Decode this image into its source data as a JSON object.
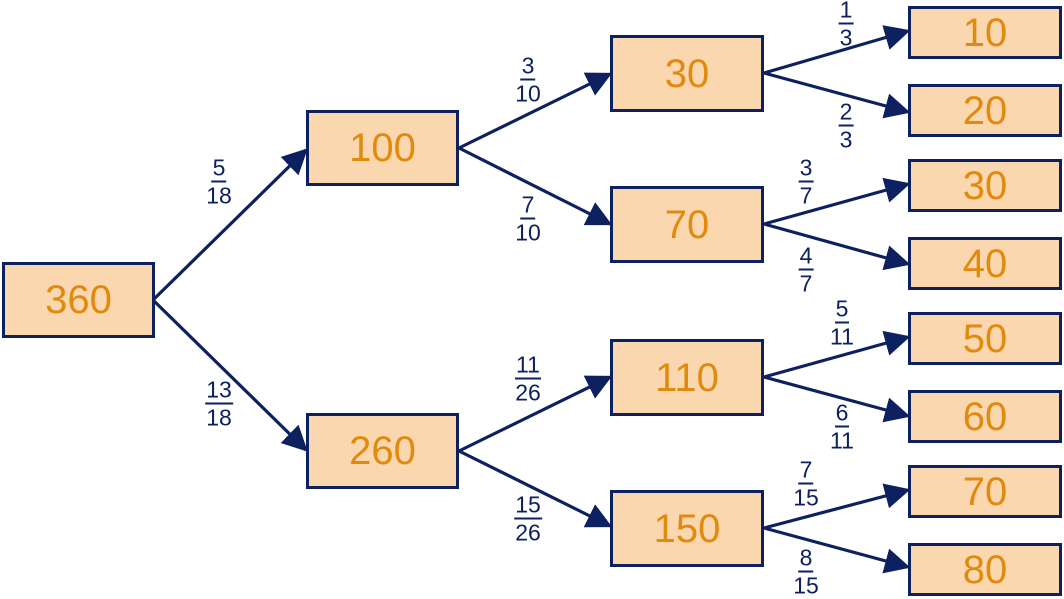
{
  "colors": {
    "box_fill": "#fad7af",
    "box_border": "#0d2060",
    "number_text": "#e08a0e",
    "arrow": "#0d2060"
  },
  "tree": {
    "root": "360",
    "level1": [
      "100",
      "260"
    ],
    "level2": [
      "30",
      "70",
      "110",
      "150"
    ],
    "level3": [
      "10",
      "20",
      "30",
      "40",
      "50",
      "60",
      "70",
      "80"
    ]
  },
  "branches": {
    "root_to_100": {
      "num": "5",
      "den": "18"
    },
    "root_to_260": {
      "num": "13",
      "den": "18"
    },
    "n100_to_30": {
      "num": "3",
      "den": "10"
    },
    "n100_to_70": {
      "num": "7",
      "den": "10"
    },
    "n260_to_110": {
      "num": "11",
      "den": "26"
    },
    "n260_to_150": {
      "num": "15",
      "den": "26"
    },
    "n30_to_10": {
      "num": "1",
      "den": "3"
    },
    "n30_to_20": {
      "num": "2",
      "den": "3"
    },
    "n70_to_30": {
      "num": "3",
      "den": "7"
    },
    "n70_to_40": {
      "num": "4",
      "den": "7"
    },
    "n110_to_50": {
      "num": "5",
      "den": "11"
    },
    "n110_to_60": {
      "num": "6",
      "den": "11"
    },
    "n150_to_70": {
      "num": "7",
      "den": "15"
    },
    "n150_to_80": {
      "num": "8",
      "den": "15"
    }
  }
}
